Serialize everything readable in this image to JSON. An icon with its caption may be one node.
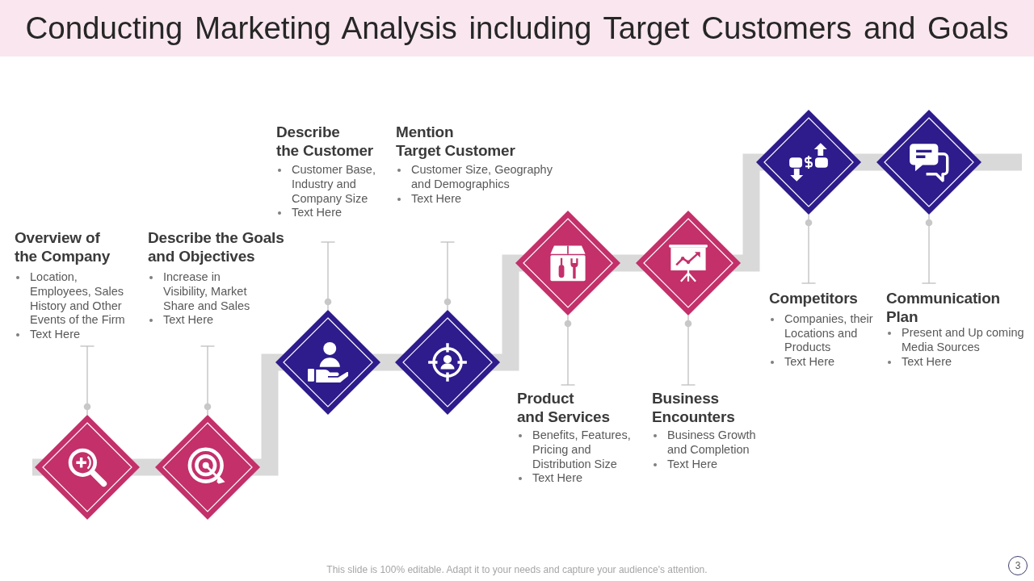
{
  "diagram": {
    "title": "Conducting Marketing Analysis including Target Customers and Goals",
    "nodes": [
      {
        "text": [
          "Overview of the Company",
          "Location, Employees, Sales History and Other Events of the Firm",
          "Text Here"
        ]
      },
      {
        "text": [],
        "shape": "diamond"
      },
      {
        "text": [
          "Describe the Goals and Objectives",
          "Increase in Visibility, Market Share and Sales",
          "Text Here"
        ]
      },
      {
        "text": [],
        "shape": "diamond"
      },
      {
        "text": [
          "Describe the Customer",
          "Customer Base, Industry and Company Size",
          "Text Here"
        ]
      },
      {
        "text": [],
        "shape": "diamond"
      },
      {
        "text": [
          "Mention Target Customer",
          "Customer Size, Geography and Demographics",
          "Text Here"
        ]
      },
      {
        "text": [],
        "shape": "diamond"
      },
      {
        "text": [
          "Product and Services",
          "Benefits, Features, Pricing and Distribution Size",
          "Text Here"
        ]
      },
      {
        "text": [],
        "shape": "diamond"
      },
      {
        "text": [
          "Business Encounters",
          "Business Growth and Completion",
          "Text Here"
        ]
      },
      {
        "text": [],
        "shape": "diamond"
      },
      {
        "text": [
          "Competitors",
          "Companies, their Locations and Products",
          "Text Here"
        ]
      },
      {
        "text": [],
        "shape": "diamond"
      },
      {
        "text": [
          "Communication Plan",
          "Present and Up coming Media Sources",
          "Text Here"
        ]
      },
      {
        "text": [],
        "shape": "diamond"
      }
    ],
    "edges": [
      {
        "from": 0,
        "to": 1,
        "arrow": "other"
      },
      {
        "from": 2,
        "to": 3,
        "arrow": "other"
      },
      {
        "from": 4,
        "to": 5,
        "arrow": "other"
      },
      {
        "from": 6,
        "to": 7,
        "arrow": "other"
      },
      {
        "from": 8,
        "to": 9,
        "arrow": "other"
      },
      {
        "from": 10,
        "to": 11,
        "arrow": "other"
      },
      {
        "from": 12,
        "to": 13,
        "arrow": "other"
      },
      {
        "from": 14,
        "to": 15,
        "arrow": "other"
      },
      {
        "from": 1,
        "to": 3,
        "arrow": "none",
        "style": "thick"
      },
      {
        "from": 3,
        "to": 5,
        "arrow": "none",
        "style": "thick"
      },
      {
        "from": 5,
        "to": 7,
        "arrow": "none",
        "style": "thick"
      },
      {
        "from": 7,
        "to": 9,
        "arrow": "none",
        "style": "thick"
      },
      {
        "from": 9,
        "to": 11,
        "arrow": "none",
        "style": "thick"
      },
      {
        "from": 11,
        "to": 13,
        "arrow": "none",
        "style": "thick"
      },
      {
        "from": 13,
        "to": 15,
        "arrow": "none",
        "style": "thick"
      }
    ],
    "labels": [
      "This slide is 100% editable. Adapt it to your needs and capture your audience's attention.",
      "3"
    ]
  }
}
